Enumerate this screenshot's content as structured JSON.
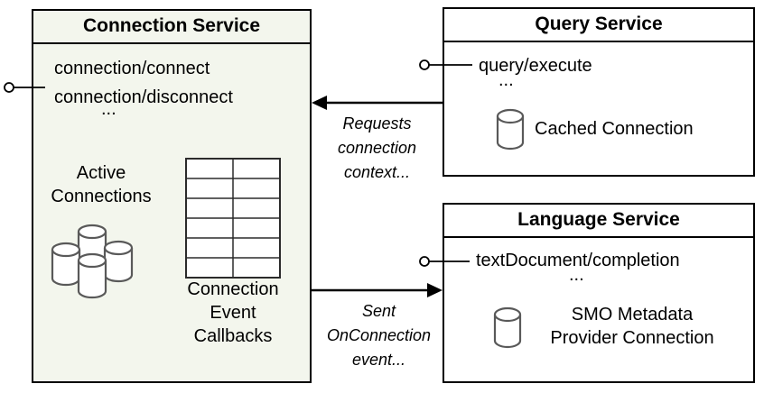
{
  "connection_service": {
    "title": "Connection Service",
    "method_1": "connection/connect",
    "method_2": "connection/disconnect",
    "ellipsis": "...",
    "active_connections_label": "Active\nConnections",
    "callbacks_label": "Connection\nEvent\nCallbacks"
  },
  "query_service": {
    "title": "Query Service",
    "method_1": "query/execute",
    "ellipsis": "...",
    "connection_label": "Cached Connection"
  },
  "language_service": {
    "title": "Language Service",
    "method_1": "textDocument/completion",
    "ellipsis": "...",
    "connection_label": "SMO Metadata\nProvider Connection"
  },
  "arrows": {
    "requests_connection_label": "Requests\nconnection\ncontext...",
    "sent_onconnection_label": "Sent\nOnConnection\nevent..."
  },
  "icons": {
    "lollipop": "provided-interface-lollipop",
    "database": "database-cylinder",
    "table": "table-grid"
  },
  "colors": {
    "connection_service_bg": "#f3f6ed",
    "service_bg": "#ffffff",
    "border": "#000000",
    "cylinder_stroke": "#595959",
    "grid_stroke": "#2b2b2b"
  }
}
